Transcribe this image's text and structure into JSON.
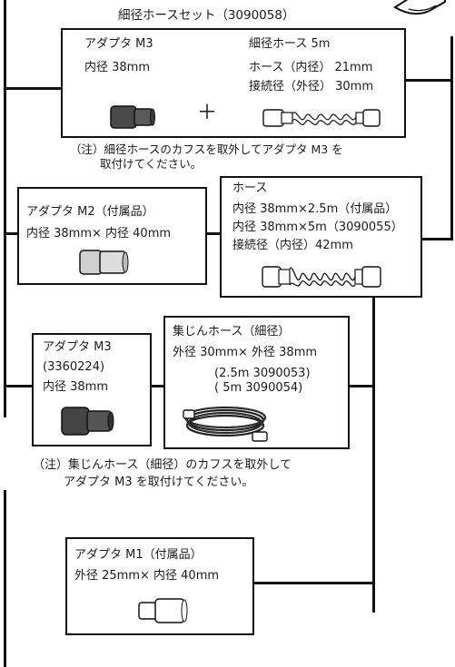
{
  "header": {
    "title": "細径ホースセット（3090058）"
  },
  "box_small_hose_set": {
    "adapter_name": "アダプタ M3",
    "adapter_inner": "内径 38mm",
    "plus": "＋",
    "hose_name": "細径ホース 5m",
    "hose_inner": "ホース（内径） 21mm",
    "hose_joint": "接続径（外径） 30mm"
  },
  "note1": {
    "line1": "（注）細径ホースのカフスを取外してアダプタ M3 を",
    "line2": "取付けてください。"
  },
  "box_adapter_m2": {
    "name": "アダプタ M2（付属品）",
    "spec": "内径 38mm× 内径 40mm"
  },
  "box_hose": {
    "title": "ホース",
    "line1": "内径 38mm×2.5m（付属品）",
    "line2": "内径 38mm×5m（3090055）",
    "line3": "接続径（内径）42mm"
  },
  "box_adapter_m3": {
    "name": "アダプタ M3",
    "code": "(3360224)",
    "spec": "内径 38mm"
  },
  "box_dust_hose": {
    "title": "集じんホース（細径）",
    "spec": "外径 30mm× 外径 38mm",
    "code1": "(2.5m 3090053)",
    "code2": "( 5m 3090054)"
  },
  "note2": {
    "line1": "（注）集じんホース（細径）のカフスを取外して",
    "line2": "アダプタ M3 を取付けてください。"
  },
  "box_adapter_m1": {
    "name": "アダプタ M1（付属品）",
    "spec": "外径 25mm× 内径 40mm"
  },
  "icons": [
    "adapter-m3-icon",
    "small-hose-icon",
    "adapter-m2-icon",
    "hose-icon",
    "adapter-m3-large-icon",
    "coiled-hose-icon",
    "adapter-m1-icon",
    "tool-corner-icon"
  ]
}
